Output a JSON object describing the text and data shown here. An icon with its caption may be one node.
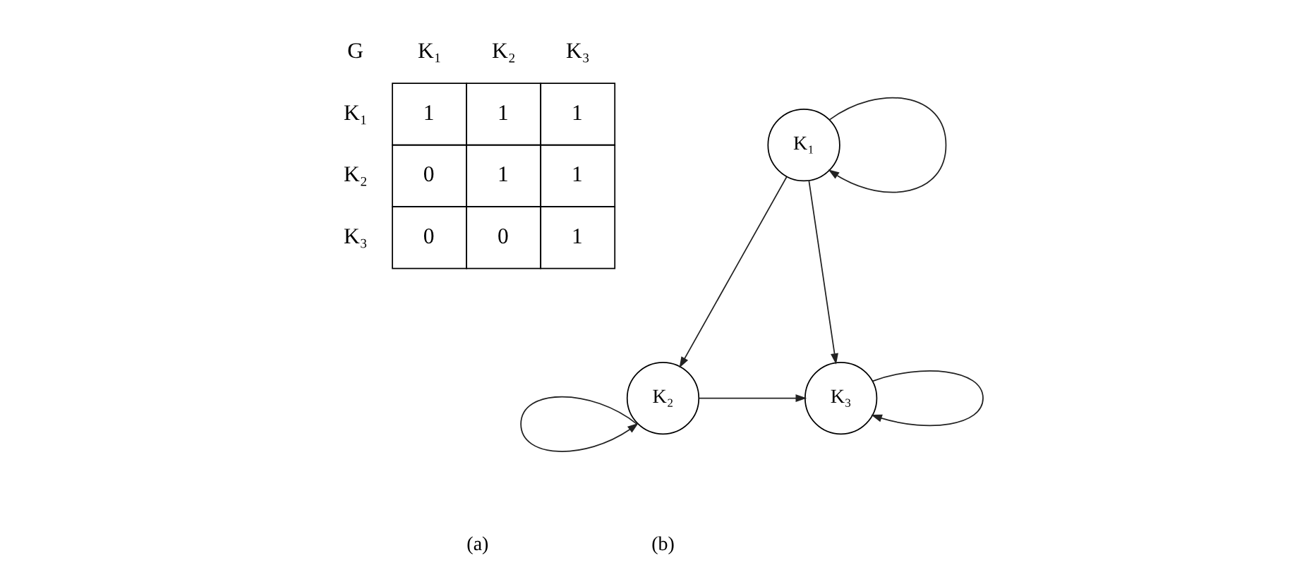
{
  "diagram": {
    "nodes": [
      {
        "text": [
          "K₁"
        ]
      },
      {
        "text": [
          "K₂"
        ]
      },
      {
        "text": [
          "K₃"
        ]
      }
    ],
    "edges": [
      {
        "from": 0,
        "to": 0,
        "arrow": "to"
      },
      {
        "from": 0,
        "to": 1,
        "arrow": "to"
      },
      {
        "from": 0,
        "to": 2,
        "arrow": "to"
      },
      {
        "from": 1,
        "to": 1,
        "arrow": "to"
      },
      {
        "from": 1,
        "to": 2,
        "arrow": "to"
      },
      {
        "from": 2,
        "to": 2,
        "arrow": "to"
      }
    ],
    "labels": [
      "G",
      "K₁",
      "K₂",
      "K₃",
      "K₁",
      "1",
      "1",
      "1",
      "K₂",
      "0",
      "1",
      "1",
      "K₃",
      "0",
      "0",
      "1",
      "(a)",
      "(b)"
    ]
  }
}
